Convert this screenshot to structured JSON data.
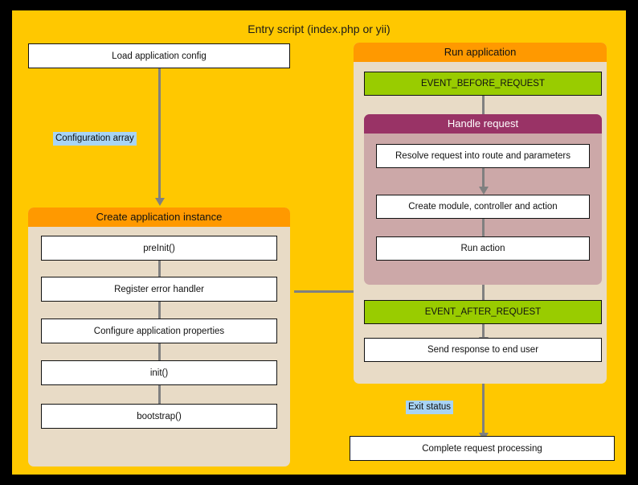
{
  "diagram": {
    "title": "Entry script (index.php or yii)",
    "background_color": "#ffc800",
    "outer_color": "#000000"
  },
  "left_column": {
    "load_config_box": "Load application config",
    "config_tag": "Configuration array",
    "create_panel": {
      "header": "Create application instance",
      "header_color": "#ff9900",
      "body_color": "#e8dbc6",
      "steps": [
        "preInit()",
        "Register error handler",
        "Configure application properties",
        "init()",
        "bootstrap()"
      ]
    }
  },
  "right_column": {
    "run_panel": {
      "header": "Run application",
      "header_color": "#ff9900",
      "body_color": "#e8dbc6",
      "event_before": "EVENT_BEFORE_REQUEST",
      "event_after": "EVENT_AFTER_REQUEST",
      "event_color": "#99cc00",
      "send_response": "Send response to end user",
      "handle_panel": {
        "header": "Handle request",
        "header_color": "#993366",
        "body_color": "#cca8a8",
        "steps": [
          "Resolve request into route and parameters",
          "Create module, controller and action",
          "Run action"
        ]
      }
    },
    "exit_tag": "Exit status",
    "complete_box": "Complete request processing"
  },
  "tag_color": "#a8d4f5",
  "arrow_color": "#808080"
}
